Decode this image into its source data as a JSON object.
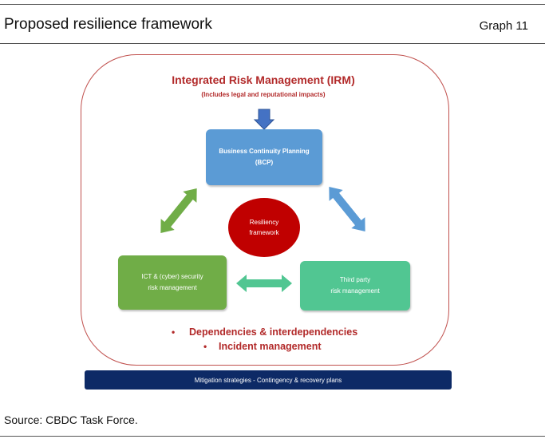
{
  "header": {
    "title": "Proposed resilience framework",
    "graph_label": "Graph 11"
  },
  "diagram": {
    "irm_title": "Integrated Risk Management (IRM)",
    "irm_subtitle": "(Includes legal and reputational impacts)",
    "bcp": {
      "line1": "Business Continuity Planning",
      "line2": "(BCP)"
    },
    "ict": {
      "line1": "ICT & (cyber) security",
      "line2": "risk management"
    },
    "third_party": {
      "line1": "Third party",
      "line2": "risk management"
    },
    "center": {
      "line1": "Resiliency",
      "line2": "framework"
    },
    "bullets": [
      "Dependencies & interdependencies",
      "Incident management"
    ],
    "mitigation": "Mitigation strategies  - Contingency & recovery plans"
  },
  "colors": {
    "accent_red": "#b22a2a",
    "bcp_blue": "#5b9bd5",
    "ict_green": "#70ad47",
    "third_party_teal": "#51c692",
    "center_red": "#c00000",
    "navy": "#0d2a66"
  },
  "footer": {
    "source": "Source: CBDC Task Force."
  }
}
